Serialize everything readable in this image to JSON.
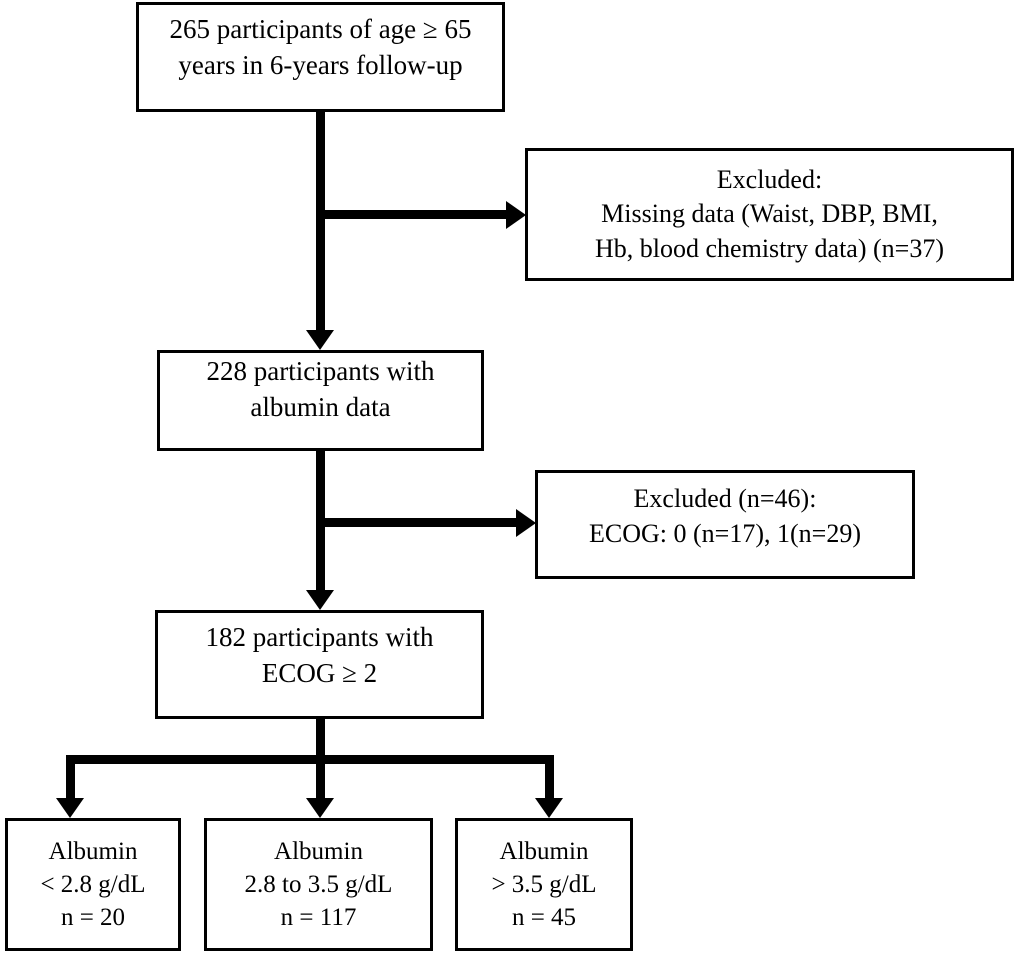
{
  "diagram": {
    "title": "Participant selection flow diagram",
    "type": "flowchart",
    "colors": {
      "stroke": "#000000",
      "background": "#ffffff",
      "text": "#000000"
    },
    "nodes": {
      "screened": {
        "name": "screened-participants",
        "lines": [
          "265 participants  of age ≥ 65",
          "years in 6-years follow-up"
        ],
        "count": 265
      },
      "excluded_1": {
        "name": "excluded-missing-data",
        "lines": [
          "Excluded:",
          "Missing data (Waist, DBP, BMI,",
          "Hb, blood chemistry data) (n=37)"
        ],
        "count": 37
      },
      "albumin": {
        "name": "participants-with-albumin-data",
        "lines": [
          "228 participants  with",
          "albumin data"
        ],
        "count": 228
      },
      "excluded_2": {
        "name": "excluded-ecog",
        "lines": [
          "Excluded (n=46):",
          "ECOG: 0 (n=17), 1(n=29)"
        ],
        "count": 46
      },
      "ecog": {
        "name": "participants-with-ecog",
        "lines": [
          "182 participants  with",
          "ECOG ≥ 2"
        ],
        "count": 182
      },
      "group_low": {
        "name": "albumin-group-low",
        "lines": [
          "Albumin",
          "< 2.8 g/dL",
          "n = 20"
        ],
        "count": 20
      },
      "group_mid": {
        "name": "albumin-group-mid",
        "lines": [
          "Albumin",
          "2.8 to 3.5 g/dL",
          "n = 117"
        ],
        "count": 117
      },
      "group_high": {
        "name": "albumin-group-high",
        "lines": [
          "Albumin",
          "> 3.5 g/dL",
          "n = 45"
        ],
        "count": 45
      }
    }
  }
}
